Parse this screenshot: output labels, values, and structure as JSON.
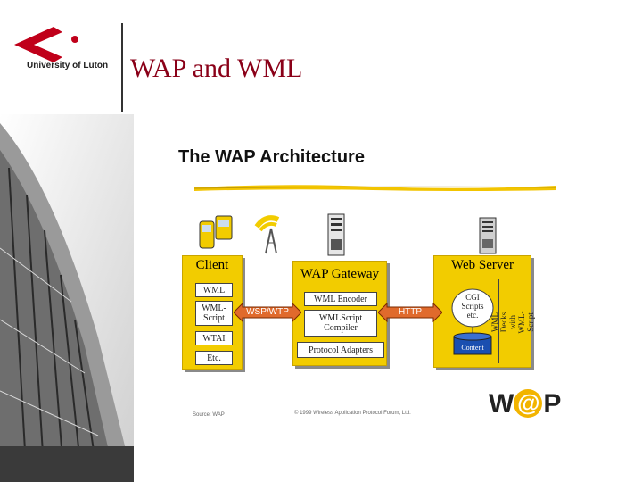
{
  "header": {
    "university": "University of Luton",
    "title": "WAP and WML"
  },
  "diagram": {
    "title": "The WAP Architecture",
    "client": {
      "label": "Client",
      "items": [
        "WML",
        "WML-\nScript",
        "WTAI",
        "Etc."
      ]
    },
    "gateway": {
      "label": "WAP Gateway",
      "items": [
        "WML Encoder",
        "WMLScript\nCompiler",
        "Protocol Adapters"
      ]
    },
    "server": {
      "label": "Web Server",
      "cgi": "CGI\nScripts\netc.",
      "content": "Content",
      "side": "WML Decks\nwith WML-Script"
    },
    "link_left": "WSP/WTP",
    "link_right": "HTTP",
    "copyright": "© 1999 Wireless Application Protocol Forum, Ltd.",
    "source_note": "Source: WAP",
    "brand": {
      "w": "W",
      "at": "@",
      "p": "P"
    }
  },
  "colors": {
    "title": "#8a0018",
    "panel": "#f2cc00",
    "arrow": "#e06a2c",
    "logo_red": "#c0001a"
  }
}
